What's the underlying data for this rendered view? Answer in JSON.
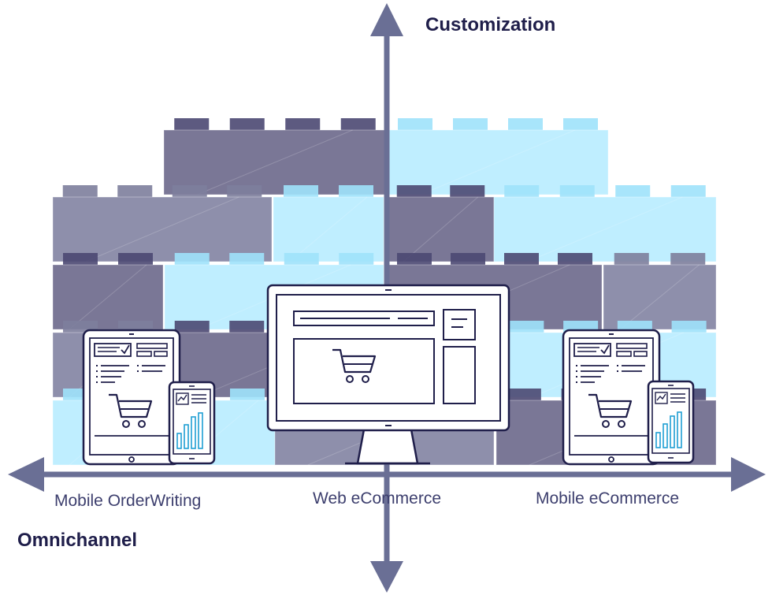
{
  "axes": {
    "vertical_label": "Customization",
    "horizontal_label": "Omnichannel"
  },
  "channels": [
    {
      "label": "Mobile OrderWriting",
      "icon": "tablet-and-phone-icon"
    },
    {
      "label": "Web eCommerce",
      "icon": "desktop-monitor-icon"
    },
    {
      "label": "Mobile eCommerce",
      "icon": "tablet-and-phone-icon"
    }
  ],
  "colors": {
    "axis": "#6a6f95",
    "brick_dark": "#7a7796",
    "brick_slate": "#8e8fab",
    "brick_light": "#bfeeff",
    "stud_dark": "#4b4872",
    "device_outline": "#1f1e4a",
    "text": "#3d3f6e",
    "title": "#1f1e4a"
  },
  "icons": [
    "shopping-cart-icon",
    "bar-chart-icon",
    "line-chart-icon",
    "checklist-icon"
  ]
}
